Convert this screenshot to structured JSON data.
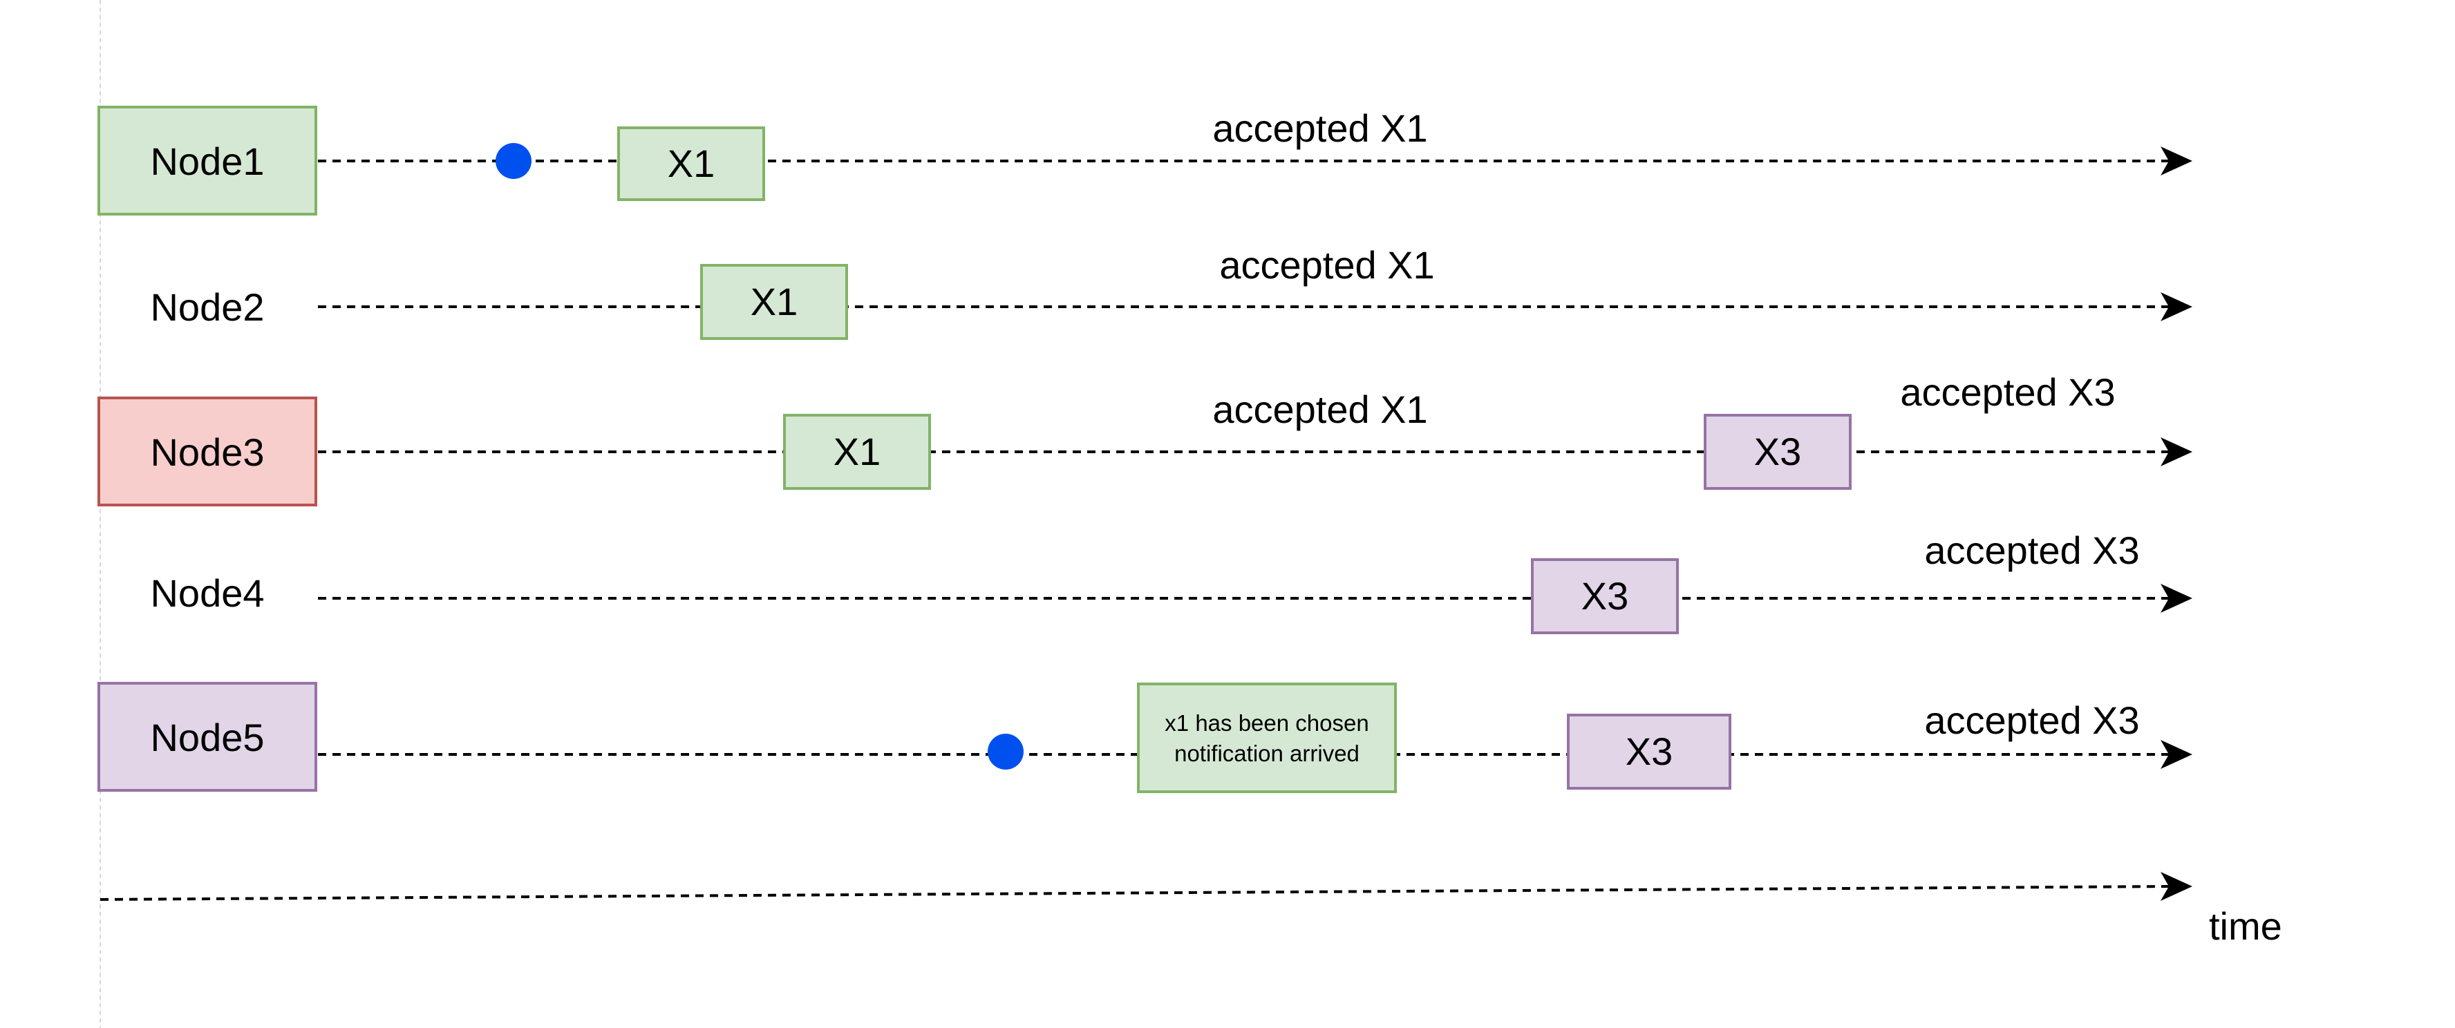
{
  "nodes": [
    {
      "label": "Node1",
      "style": "green"
    },
    {
      "label": "Node2",
      "style": "none"
    },
    {
      "label": "Node3",
      "style": "red"
    },
    {
      "label": "Node4",
      "style": "none"
    },
    {
      "label": "Node5",
      "style": "purple"
    }
  ],
  "events": [
    {
      "node": "Node1",
      "label": "X1",
      "style": "green"
    },
    {
      "node": "Node2",
      "label": "X1",
      "style": "green"
    },
    {
      "node": "Node3",
      "label": "X1",
      "style": "green"
    },
    {
      "node": "Node3",
      "label": "X3",
      "style": "purple"
    },
    {
      "node": "Node4",
      "label": "X3",
      "style": "purple"
    },
    {
      "node": "Node5",
      "label": "X3",
      "style": "purple"
    }
  ],
  "notification": {
    "line1": "x1 has been chosen",
    "line2": "notification arrived",
    "style": "green"
  },
  "accepted_labels": [
    {
      "node": "Node1",
      "text": "accepted X1"
    },
    {
      "node": "Node2",
      "text": "accepted X1"
    },
    {
      "node": "Node3",
      "text": "accepted X1"
    },
    {
      "node": "Node3",
      "text": "accepted X3"
    },
    {
      "node": "Node4",
      "text": "accepted X3"
    },
    {
      "node": "Node5",
      "text": "accepted X3"
    }
  ],
  "time_axis": {
    "label": "time"
  },
  "markers": [
    {
      "node": "Node1",
      "shape": "dot"
    },
    {
      "node": "Node5",
      "shape": "dot"
    }
  ],
  "colors": {
    "green_fill": "#d5e8d4",
    "green_stroke": "#82b366",
    "red_fill": "#f8cecc",
    "red_stroke": "#b85450",
    "purple_fill": "#e1d5e7",
    "purple_stroke": "#9673a6",
    "dot": "#0050ef",
    "line": "#000000"
  }
}
